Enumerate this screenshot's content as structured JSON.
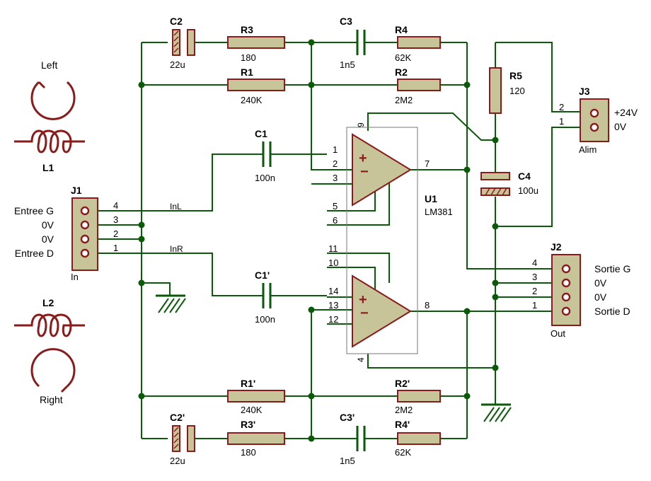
{
  "colors": {
    "wire": "#0a5a0a",
    "component": "#8a1b1b",
    "fill": "#c8c49a"
  },
  "labels": {
    "l1_name": "Left",
    "l1_ref": "L1",
    "l2_name": "Right",
    "l2_ref": "L2",
    "j1_ref": "J1",
    "j1_sub": "In",
    "j1_pins": [
      "Entree G",
      "0V",
      "0V",
      "Entree D"
    ],
    "j1_nums": [
      "4",
      "3",
      "2",
      "1"
    ],
    "inl": "InL",
    "inr": "InR",
    "c2": "C2",
    "c2_v": "22u",
    "c2p": "C2'",
    "c2p_v": "22u",
    "r3": "R3",
    "r3_v": "180",
    "r3p": "R3'",
    "r3p_v": "180",
    "c3": "C3",
    "c3_v": "1n5",
    "c3p": "C3'",
    "c3p_v": "1n5",
    "r4": "R4",
    "r4_v": "62K",
    "r4p": "R4'",
    "r4p_v": "62K",
    "r1": "R1",
    "r1_v": "240K",
    "r1p": "R1'",
    "r1p_v": "240K",
    "r2": "R2",
    "r2_v": "2M2",
    "r2p": "R2'",
    "r2p_v": "2M2",
    "c1": "C1",
    "c1_v": "100n",
    "c1p": "C1'",
    "c1p_v": "100n",
    "u1": "U1",
    "u1_v": "LM381",
    "pins_top": [
      "1",
      "2",
      "3",
      "5",
      "6"
    ],
    "pins_bot": [
      "11",
      "10",
      "14",
      "13",
      "12"
    ],
    "pin9": "9",
    "pin4": "4",
    "pin7": "7",
    "pin8": "8",
    "r5": "R5",
    "r5_v": "120",
    "c4": "C4",
    "c4_v": "100u",
    "j3": "J3",
    "j3_sub": "Alim",
    "j3_pins": [
      "+24V",
      "0V"
    ],
    "j3_nums": [
      "2",
      "1"
    ],
    "j2": "J2",
    "j2_sub": "Out",
    "j2_pins": [
      "Sortie G",
      "0V",
      "0V",
      "Sortie D"
    ],
    "j2_nums": [
      "4",
      "3",
      "2",
      "1"
    ]
  }
}
